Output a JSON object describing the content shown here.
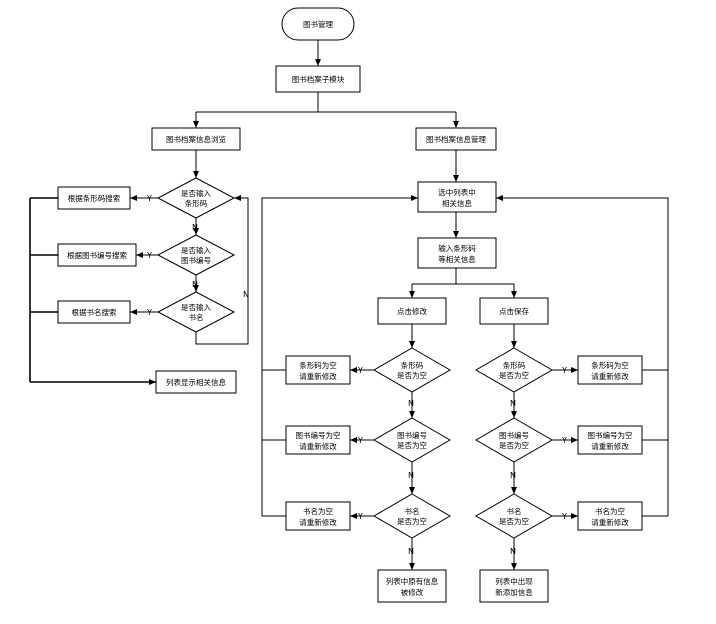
{
  "flow": {
    "start": "图书管理",
    "module": "图书档案子模块",
    "browse": "图书档案信息浏览",
    "manage": "图书档案信息管理",
    "browse_side": {
      "q_barcode": [
        "是否输入",
        "条形码"
      ],
      "q_bookno": [
        "是否输入",
        "图书编号"
      ],
      "q_title": [
        "是否输入",
        "书名"
      ],
      "search_barcode": "根据条形码搜索",
      "search_bookno": "根据图书编号搜索",
      "search_title": "根据书名搜索",
      "list_show": "列表显示相关信息"
    },
    "manage_side": {
      "select_list": [
        "选中列表中",
        "相关信息"
      ],
      "input_info": [
        "输入条形码",
        "等相关信息"
      ],
      "click_modify": "点击修改",
      "click_save": "点击保存",
      "q_barcode_empty": [
        "条形码",
        "是否为空"
      ],
      "q_bookno_empty": [
        "图书编号",
        "是否为空"
      ],
      "q_title_empty": [
        "书名",
        "是否为空"
      ],
      "err_barcode": [
        "条形码为空",
        "请重新修改"
      ],
      "err_bookno": [
        "图书编号为空",
        "请重新修改"
      ],
      "err_title": [
        "书名为空",
        "请重新修改"
      ],
      "result_modify": [
        "列表中原有信息",
        "被修改"
      ],
      "result_save": [
        "列表中出现",
        "新添加信息"
      ]
    },
    "yes": "Y",
    "no": "N"
  }
}
